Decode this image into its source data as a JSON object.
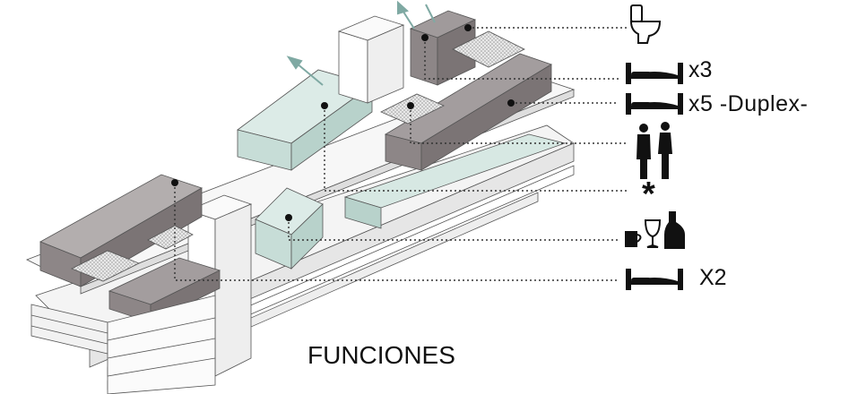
{
  "title": "FUNCIONES",
  "legend": {
    "toilet": {
      "icon": "toilet-icon"
    },
    "bed_x3": {
      "icon": "bed-icon",
      "label": "x3"
    },
    "bed_x5": {
      "icon": "bed-icon",
      "label": "x5 -Duplex-"
    },
    "people": {
      "icon": "people-icon"
    },
    "asterisk": {
      "icon": "asterisk-icon",
      "label": "*"
    },
    "food_drink": {
      "icon": "cup-wine-bottle-icon"
    },
    "bed_x2": {
      "icon": "bed-icon",
      "label": "X2"
    }
  },
  "colors": {
    "glass": "#cfe3de",
    "dark_volume": "#8d8687",
    "light_volume": "#d9d6d6",
    "arrow": "#7fa9a3",
    "line": "#333333"
  }
}
